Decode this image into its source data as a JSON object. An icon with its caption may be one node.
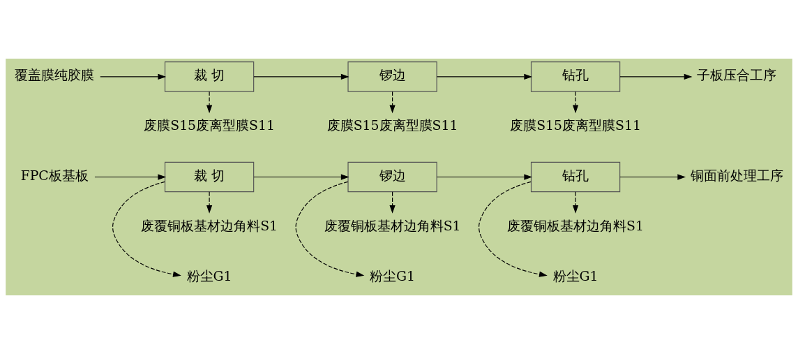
{
  "diagram": {
    "nodes": [
      {
        "text": [
          "粉尘G1"
        ]
      },
      {
        "text": [
          "粉尘G1"
        ]
      },
      {
        "text": [
          "粉尘G1"
        ]
      },
      {
        "text": [
          "FPC板基板"
        ]
      },
      {
        "text": [
          "裁 切"
        ]
      },
      {
        "text": [
          "锣边"
        ]
      },
      {
        "text": [
          "钻孔"
        ]
      },
      {
        "text": [
          "铜面前处理工序"
        ]
      },
      {
        "text": [
          "废覆铜板基材边角料S1"
        ]
      },
      {
        "text": [
          "废覆铜板基材边角料S1"
        ]
      },
      {
        "text": [
          "废覆铜板基材边角料S1"
        ]
      },
      {
        "text": [
          "覆盖膜纯胶膜"
        ]
      },
      {
        "text": [
          "裁 切"
        ]
      },
      {
        "text": [
          "锣边"
        ]
      },
      {
        "text": [
          "钻孔"
        ]
      },
      {
        "text": [
          "子板压合工序"
        ]
      },
      {
        "text": [
          "废膜S15废离型膜S11"
        ]
      },
      {
        "text": [
          "废膜S15废离型膜S11"
        ]
      },
      {
        "text": [
          "废膜S15废离型膜S11"
        ]
      }
    ],
    "edges": [
      {
        "from": 3,
        "to": 4,
        "arrow": "to"
      },
      {
        "from": 4,
        "to": 5,
        "arrow": "to"
      },
      {
        "from": 5,
        "to": 6,
        "arrow": "to"
      },
      {
        "from": 6,
        "to": 7,
        "arrow": "to"
      },
      {
        "from": 4,
        "to": 0,
        "arrow": "to",
        "style": "dashed"
      },
      {
        "from": 5,
        "to": 1,
        "arrow": "to",
        "style": "dashed"
      },
      {
        "from": 6,
        "to": 2,
        "arrow": "to",
        "style": "dashed"
      },
      {
        "from": 4,
        "to": 8,
        "arrow": "to",
        "style": "dashed"
      },
      {
        "from": 5,
        "to": 9,
        "arrow": "to",
        "style": "dashed"
      },
      {
        "from": 6,
        "to": 10,
        "arrow": "to",
        "style": "dashed"
      },
      {
        "from": 11,
        "to": 12,
        "arrow": "to"
      },
      {
        "from": 12,
        "to": 13,
        "arrow": "to"
      },
      {
        "from": 13,
        "to": 14,
        "arrow": "to"
      },
      {
        "from": 14,
        "to": 15,
        "arrow": "to"
      },
      {
        "from": 12,
        "to": 16,
        "arrow": "to",
        "style": "dashed"
      },
      {
        "from": 13,
        "to": 17,
        "arrow": "to",
        "style": "dashed"
      },
      {
        "from": 14,
        "to": 18,
        "arrow": "to",
        "style": "dashed"
      }
    ]
  }
}
